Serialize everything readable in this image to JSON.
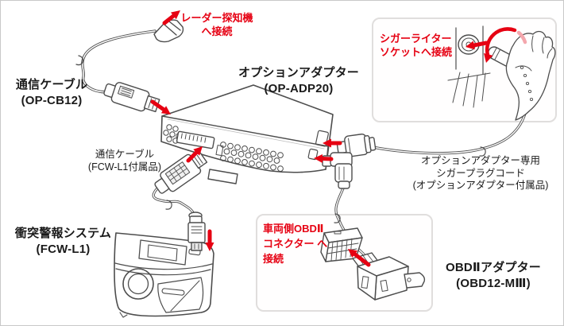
{
  "colors": {
    "accent_red": "#e60012",
    "line_art": "#4d4d4d",
    "callout_border": "#e0dedd"
  },
  "labels": {
    "comm_cable_op_cb12": {
      "line1": "通信ケーブル",
      "line2": "(OP-CB12)"
    },
    "option_adapter": {
      "line1": "オプションアダプター",
      "line2": "(OP-ADP20)"
    },
    "comm_cable_fcw": {
      "line1": "通信ケーブル",
      "line2": "(FCW-L1付属品)"
    },
    "collision_warning_system": {
      "line1": "衝突警報システム",
      "line2": "(FCW-L1)"
    },
    "cigar_plug_cord": {
      "line1": "オプションアダプター専用",
      "line2": "シガープラグコード",
      "line3": "(オプションアダプター付属品)"
    },
    "obd2_adapter": {
      "line1": "OBDⅡアダプター",
      "line2": "(OBD12-MⅢ)"
    }
  },
  "callouts": {
    "radar": {
      "line1": "レーダー探知機",
      "line2": "へ接続"
    },
    "cigar_socket": {
      "line1": "シガーライター",
      "line2": "ソケットへ接続"
    },
    "obd2_connector": {
      "line1": "車両側OBDⅡ",
      "line2": "コネクター",
      "line3": "へ接続"
    }
  }
}
